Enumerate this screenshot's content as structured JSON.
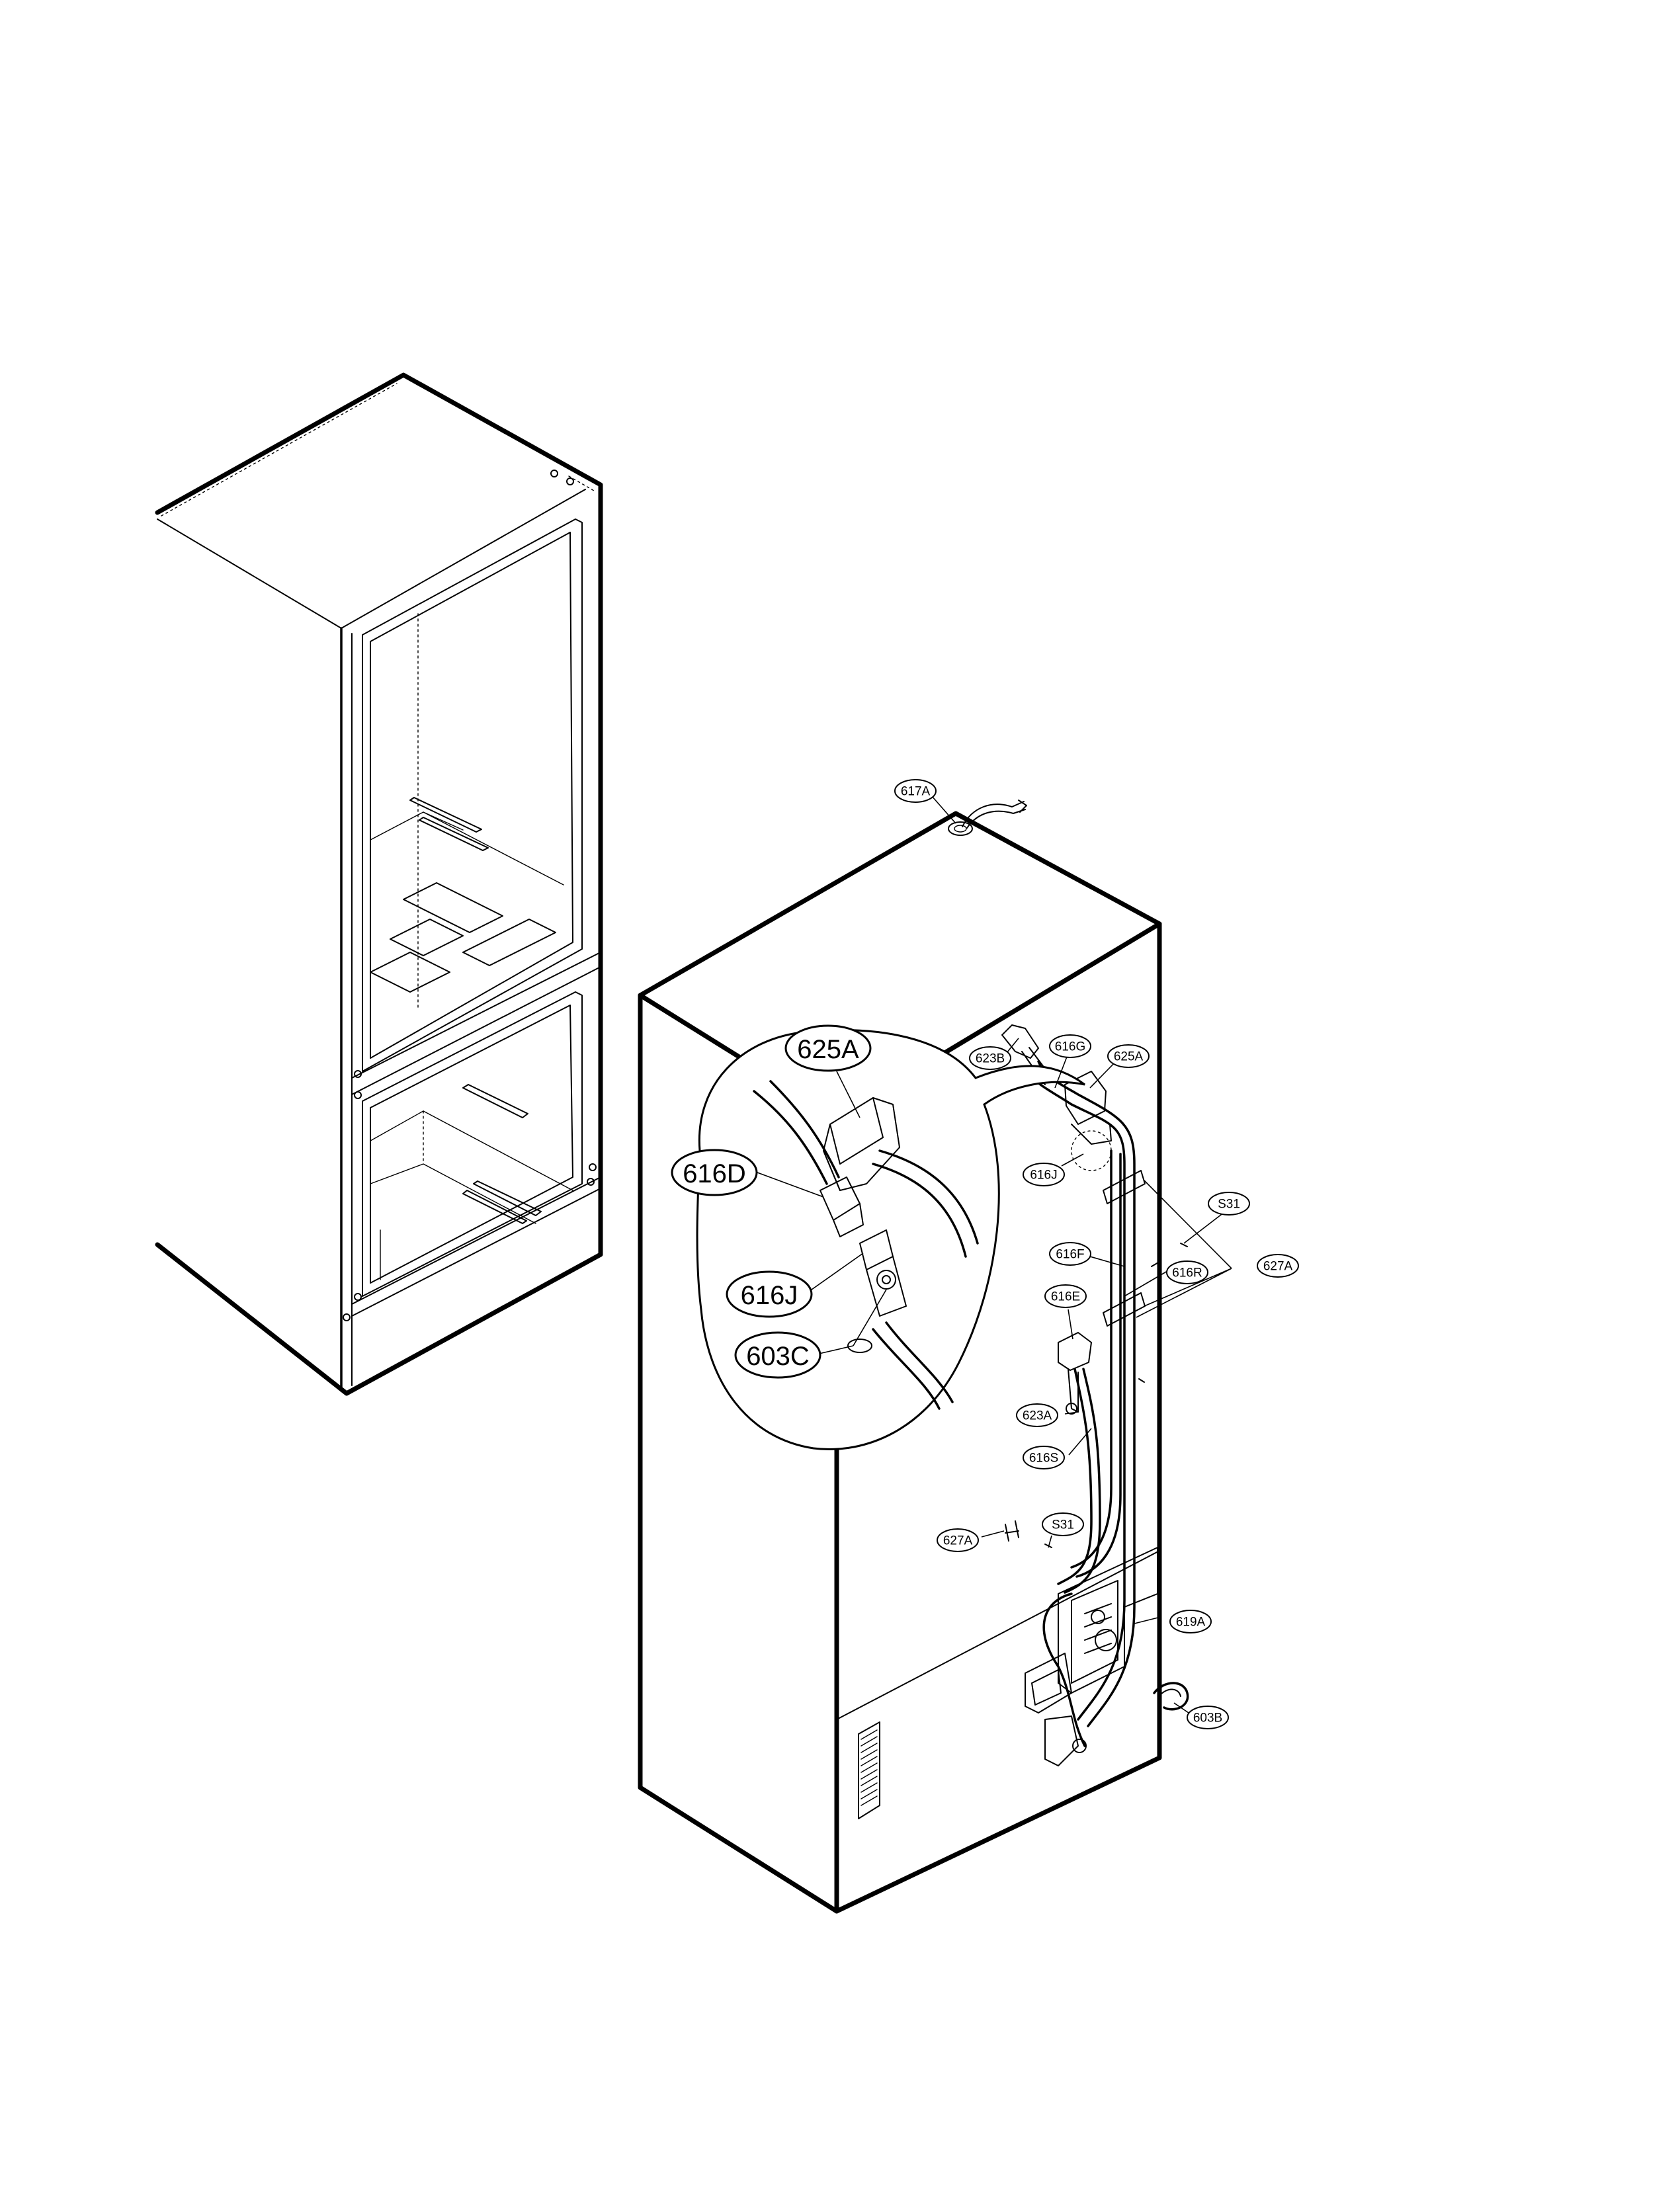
{
  "diagram": {
    "callouts": {
      "c617A": "617A",
      "c616G": "616G",
      "c625A": "625A",
      "c623B": "623B",
      "c616J": "616J",
      "cS31a": "S31",
      "c616F": "616F",
      "c616R": "616R",
      "c627A_right": "627A",
      "c616E": "616E",
      "c623A": "623A",
      "c616S": "616S",
      "c627A_left": "627A",
      "cS31b": "S31",
      "c619A": "619A",
      "c603B": "603B"
    },
    "detail_callouts": {
      "d625A": "625A",
      "d616D": "616D",
      "d616J": "616J",
      "d603C": "603C"
    }
  }
}
